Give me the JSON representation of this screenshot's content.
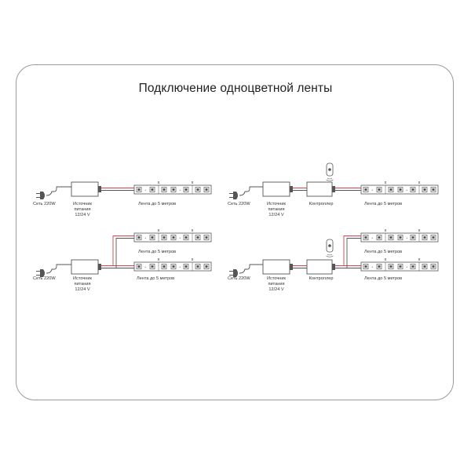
{
  "title": "Подключение одноцветной ленты",
  "labels": {
    "mains": "Сеть 220W",
    "psu_line1": "Источник",
    "psu_line2": "питания",
    "psu_line3": "12/24 V",
    "strip": "Лента до 5 метров",
    "controller": "Контроллер"
  },
  "diagrams": [
    {
      "name": "single-strip-direct"
    },
    {
      "name": "single-strip-controller"
    },
    {
      "name": "dual-strip-direct"
    },
    {
      "name": "dual-strip-controller"
    }
  ],
  "colors": {
    "line": "#555555",
    "wire_red": "#d6404f",
    "card_border": "#9a9a9a"
  }
}
